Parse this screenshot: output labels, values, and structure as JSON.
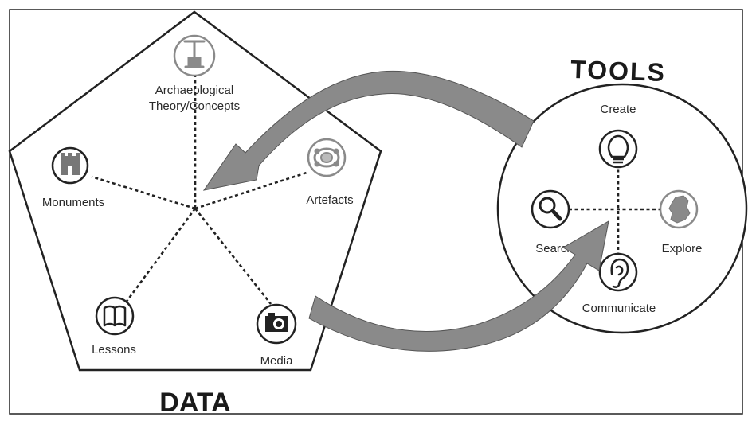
{
  "data_section": {
    "title": "DATA",
    "nodes": [
      {
        "label_line1": "Archaeological",
        "label_line2": "Theory/Concepts",
        "icon": "totem-icon"
      },
      {
        "label": "Monuments",
        "icon": "tower-icon"
      },
      {
        "label": "Artefacts",
        "icon": "bracelet-icon"
      },
      {
        "label": "Lessons",
        "icon": "book-icon"
      },
      {
        "label": "Media",
        "icon": "camera-icon"
      }
    ]
  },
  "tools_section": {
    "title": "TOOLS",
    "nodes": [
      {
        "label": "Create",
        "icon": "lightbulb-icon"
      },
      {
        "label": "Search",
        "icon": "magnifier-icon"
      },
      {
        "label": "Explore",
        "icon": "ireland-map-icon"
      },
      {
        "label": "Communicate",
        "icon": "ear-icon"
      }
    ]
  },
  "colors": {
    "arrow": "#8a8a8a",
    "line": "#222222",
    "icon_grey": "#8a8a8a"
  }
}
